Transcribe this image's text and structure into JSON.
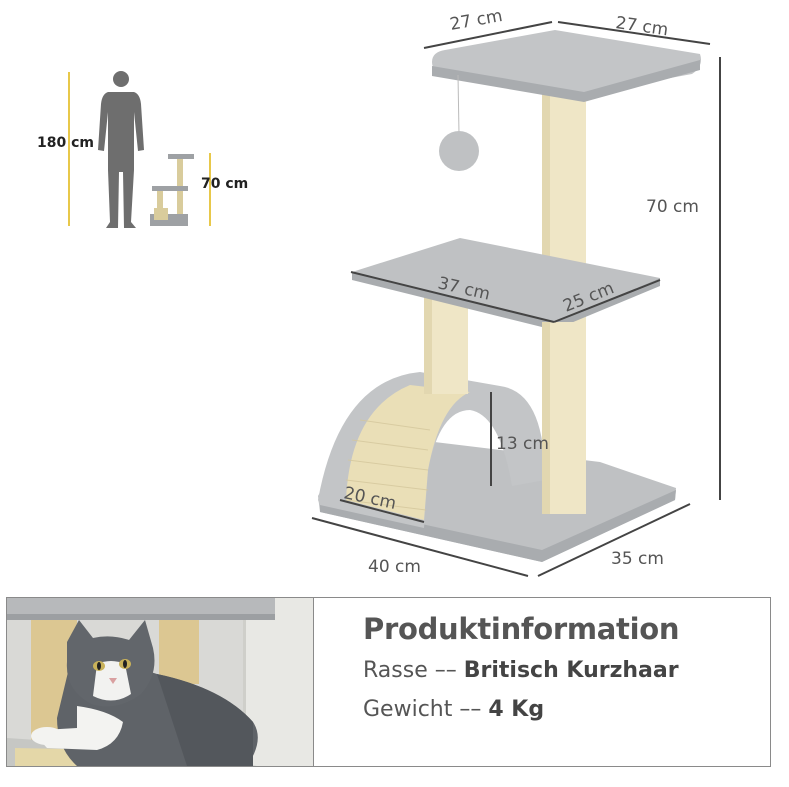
{
  "scale": {
    "person_height": "180 cm",
    "tree_height": "70 cm"
  },
  "dimensions": {
    "top_width": "27 cm",
    "top_depth": "27 cm",
    "total_height": "70 cm",
    "mid_width": "37 cm",
    "mid_depth": "25 cm",
    "arch_height": "13 cm",
    "arch_width": "20 cm",
    "base_width": "40 cm",
    "base_depth": "35 cm"
  },
  "info": {
    "title": "Produktinformation",
    "breed_label": "Rasse –– ",
    "breed_value": "Britisch Kurzhaar",
    "weight_label": "Gewicht –– ",
    "weight_value": "4 Kg"
  },
  "colors": {
    "plush": "#bfc1c3",
    "sisal": "#efe6c6",
    "dim_line": "#444444",
    "scale_line": "#e8c84a"
  }
}
